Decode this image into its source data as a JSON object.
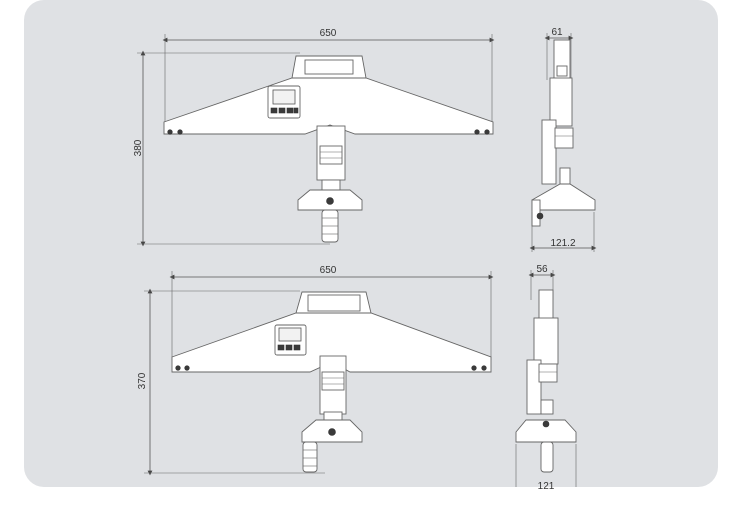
{
  "drawing_1": {
    "width_dim": "650",
    "height_dim": "380",
    "side_width_dim": "61",
    "side_depth_dim": "121.2"
  },
  "drawing_2": {
    "width_dim": "650",
    "height_dim": "370",
    "side_width_dim": "56",
    "side_depth_dim": "121"
  },
  "colors": {
    "background": "#dfe1e4",
    "page": "#ffffff",
    "line": "#555555"
  }
}
